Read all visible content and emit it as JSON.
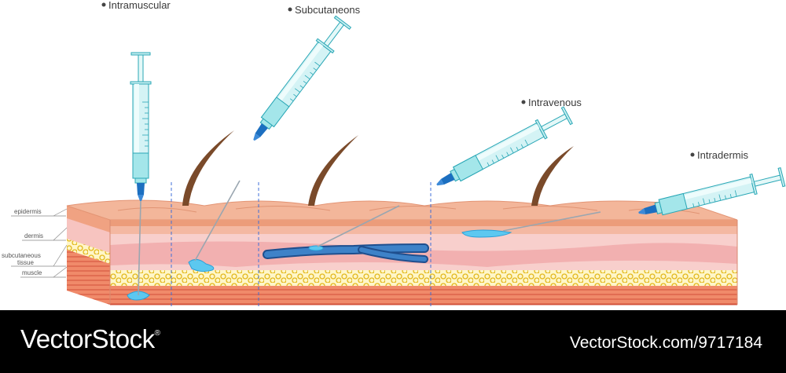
{
  "injections": {
    "intramuscular": "Intramuscular",
    "subcutaneous": "Subcutaneons",
    "intravenous": "Intravenous",
    "intradermis": "Intradermis"
  },
  "layers": {
    "epidermis": "epidermis",
    "dermis": "dermis",
    "subcutaneous_line1": "subcutaneous",
    "subcutaneous_line2": "tissue",
    "muscle": "muscle"
  },
  "footer": {
    "brand": "VectorStock",
    "brand_mark": "®",
    "url": "VectorStock.com/9717184"
  },
  "colors": {
    "syringe_body": "#c6eef0",
    "syringe_stroke": "#2aa7b6",
    "needle_cap": "#1c6fc0",
    "fluid": "#5cc8f0",
    "vein": "#2e6fb4",
    "skin_top": "#efad8c",
    "dermis": "#f6c6c4",
    "fat": "#f2d34a",
    "muscle": "#e86a4e",
    "footer_bg": "#000000"
  }
}
